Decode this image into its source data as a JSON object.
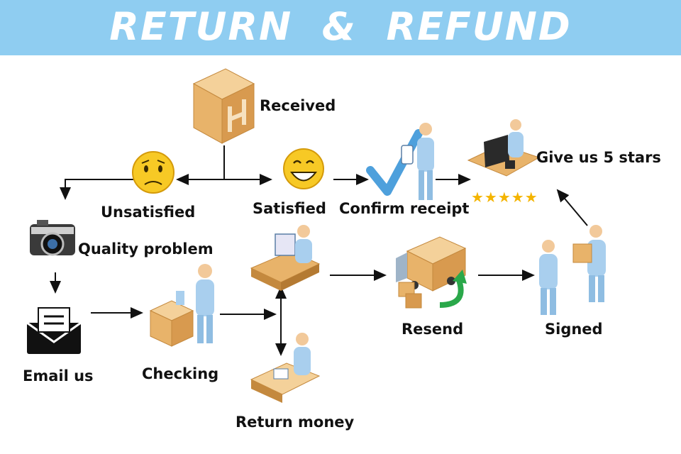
{
  "banner": {
    "title": "RETURN  &  REFUND"
  },
  "steps": {
    "received": "Received",
    "unsatisfied": "Unsatisfied",
    "satisfied": "Satisfied",
    "confirm_receipt": "Confirm receipt",
    "give_stars": "Give us 5 stars",
    "quality_problem": "Quality problem",
    "email_us": "Email us",
    "checking": "Checking",
    "return_money": "Return money",
    "resend": "Resend",
    "signed": "Signed"
  },
  "rating": {
    "stars": "★★★★★"
  },
  "colors": {
    "banner": "#8fcdf1",
    "box": "#e8b36a",
    "emoji": "#f7c925",
    "figure": "#a9cfee",
    "check": "#2f8fd6",
    "arrow_green": "#2aa84a"
  },
  "icons": [
    "box-icon",
    "sad-face-icon",
    "happy-face-icon",
    "camera-icon",
    "envelope-icon",
    "checkmark-icon",
    "truck-icon",
    "worker-icon",
    "computer-icon"
  ]
}
